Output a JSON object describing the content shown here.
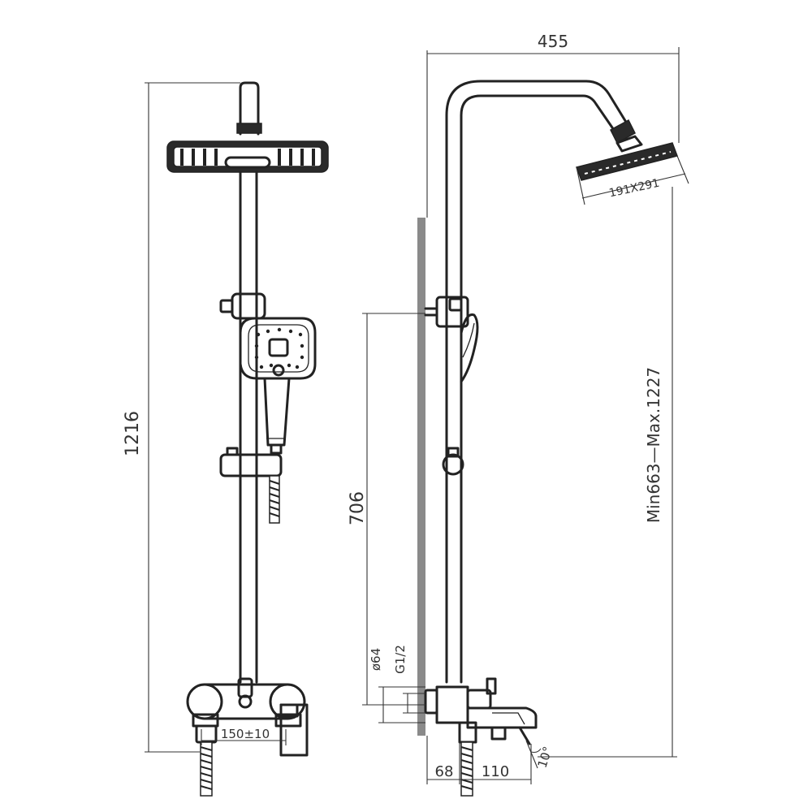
{
  "colors": {
    "line": "#222222",
    "wall": "#8a8a8a",
    "background": "#ffffff"
  },
  "dimensions": {
    "overall_width": "455",
    "overall_height": "1216",
    "head_size": "191X291",
    "adjustable_height": "Min663—Max.1227",
    "slider_height": "706",
    "wall_plate_diameter": "ø64",
    "inlet_thread": "G1/2",
    "inlet_centres": "150±10",
    "wall_offset": "68",
    "spout_length": "110",
    "head_angle": "10°"
  }
}
